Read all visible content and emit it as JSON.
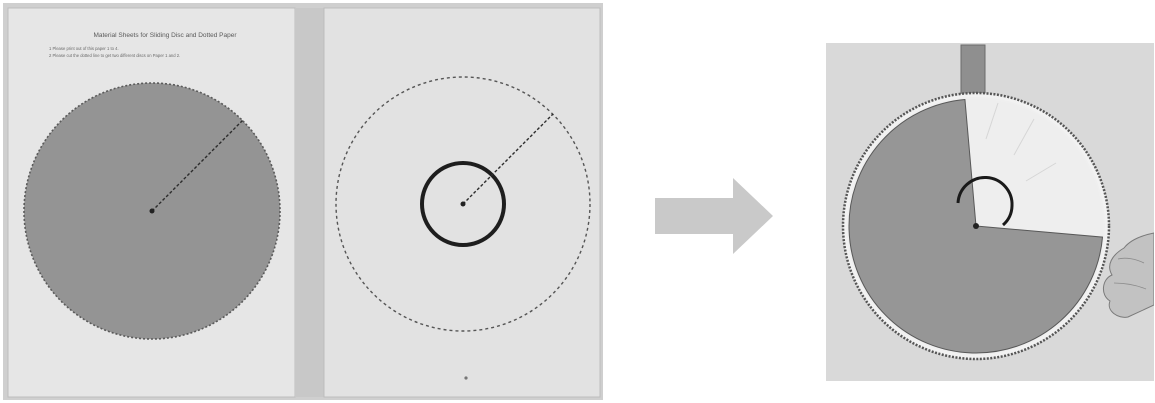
{
  "left_photo": {
    "sheet_title": "Material Sheets for Sliding Disc and Dotted Paper",
    "instructions": [
      "1   Please print out of this paper 1 to 4.",
      "2   Please cut the dotted line to get two different discs on Paper 1 and 2."
    ]
  },
  "colors": {
    "background": "#ffffff",
    "paper": "#e4e4e4",
    "gray_disc": "#949494",
    "arrow": "#c9c9c9",
    "wall": "#dadada",
    "tape": "#8f8f8f",
    "outline": "#3a3a3a"
  },
  "right_photo": {
    "gray_sector_degrees": 260
  }
}
